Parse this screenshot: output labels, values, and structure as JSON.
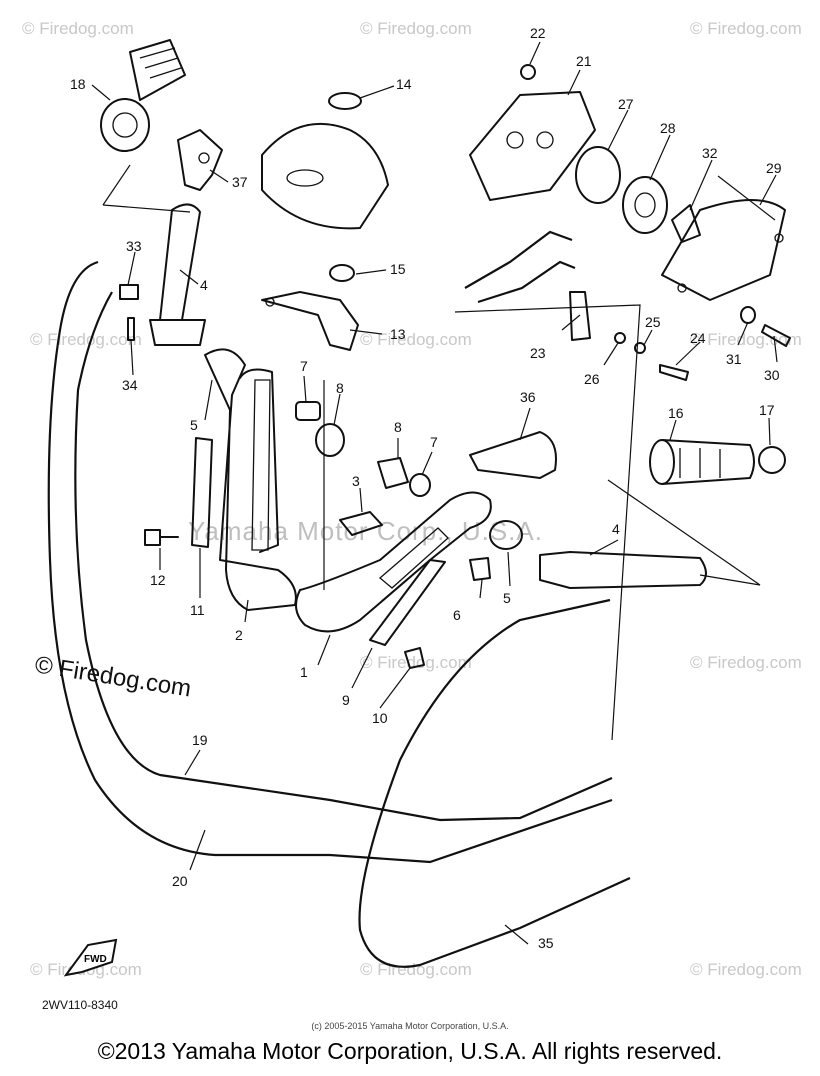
{
  "watermark": {
    "corner_text": "© Firedog.com",
    "center_text": "Yamaha Motor Corp., U.S.A.",
    "big_left_text": "© Firedog.com"
  },
  "fwd_label": "FWD",
  "part_code": "2WV110-8340",
  "small_credit": "(c) 2005-2015 Yamaha Motor Corporation, U.S.A.",
  "copyright": "©2013 Yamaha Motor Corporation, U.S.A. All rights reserved.",
  "callouts": [
    "1",
    "2",
    "3",
    "4",
    "4",
    "5",
    "5",
    "6",
    "7",
    "7",
    "8",
    "8",
    "9",
    "10",
    "11",
    "12",
    "13",
    "14",
    "15",
    "16",
    "17",
    "18",
    "19",
    "20",
    "21",
    "22",
    "23",
    "24",
    "25",
    "26",
    "27",
    "28",
    "29",
    "30",
    "31",
    "32",
    "33",
    "34",
    "35",
    "36",
    "37"
  ]
}
